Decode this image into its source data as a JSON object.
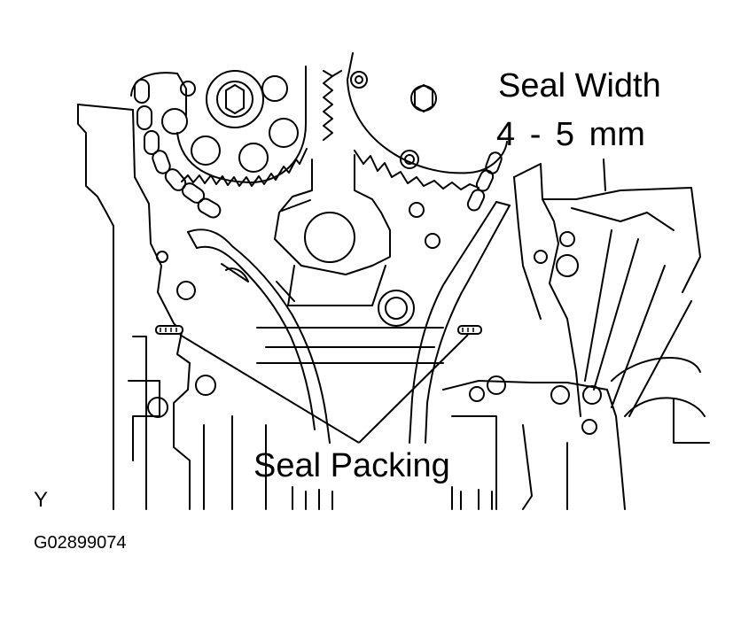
{
  "labels": {
    "seal_width_title": "Seal Width",
    "seal_width_value": "4 - 5 mm",
    "seal_packing": "Seal Packing",
    "view_letter": "Y",
    "figure_id": "G02899074"
  },
  "colors": {
    "line": "#000000",
    "background": "#ffffff"
  }
}
